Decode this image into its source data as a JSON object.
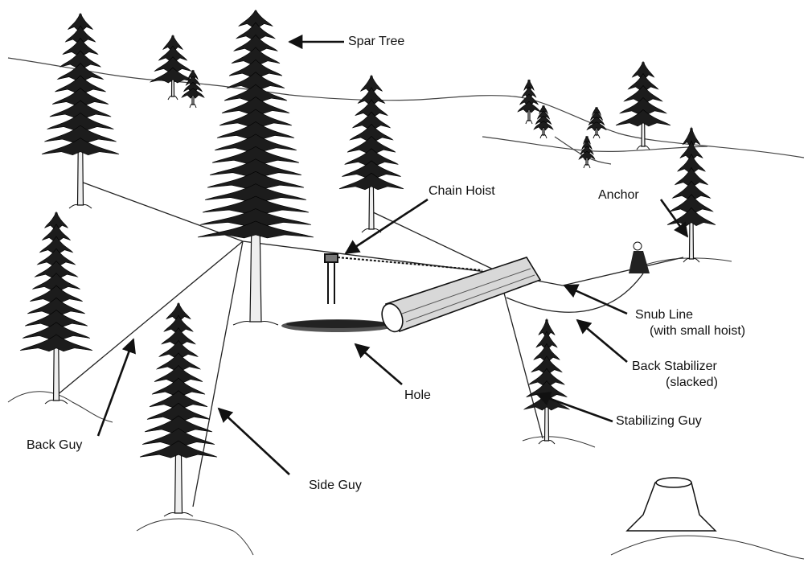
{
  "labels": {
    "spar_tree": "Spar Tree",
    "chain_hoist": "Chain Hoist",
    "anchor": "Anchor",
    "snub_line": "Snub Line",
    "snub_line_note": "(with small hoist)",
    "back_stabilizer": "Back Stabilizer",
    "back_stabilizer_note": "(slacked)",
    "stabilizing_guy": "Stabilizing Guy",
    "hole": "Hole",
    "back_guy": "Back Guy",
    "side_guy": "Side Guy"
  },
  "colors": {
    "ink": "#111111",
    "background": "#ffffff"
  }
}
